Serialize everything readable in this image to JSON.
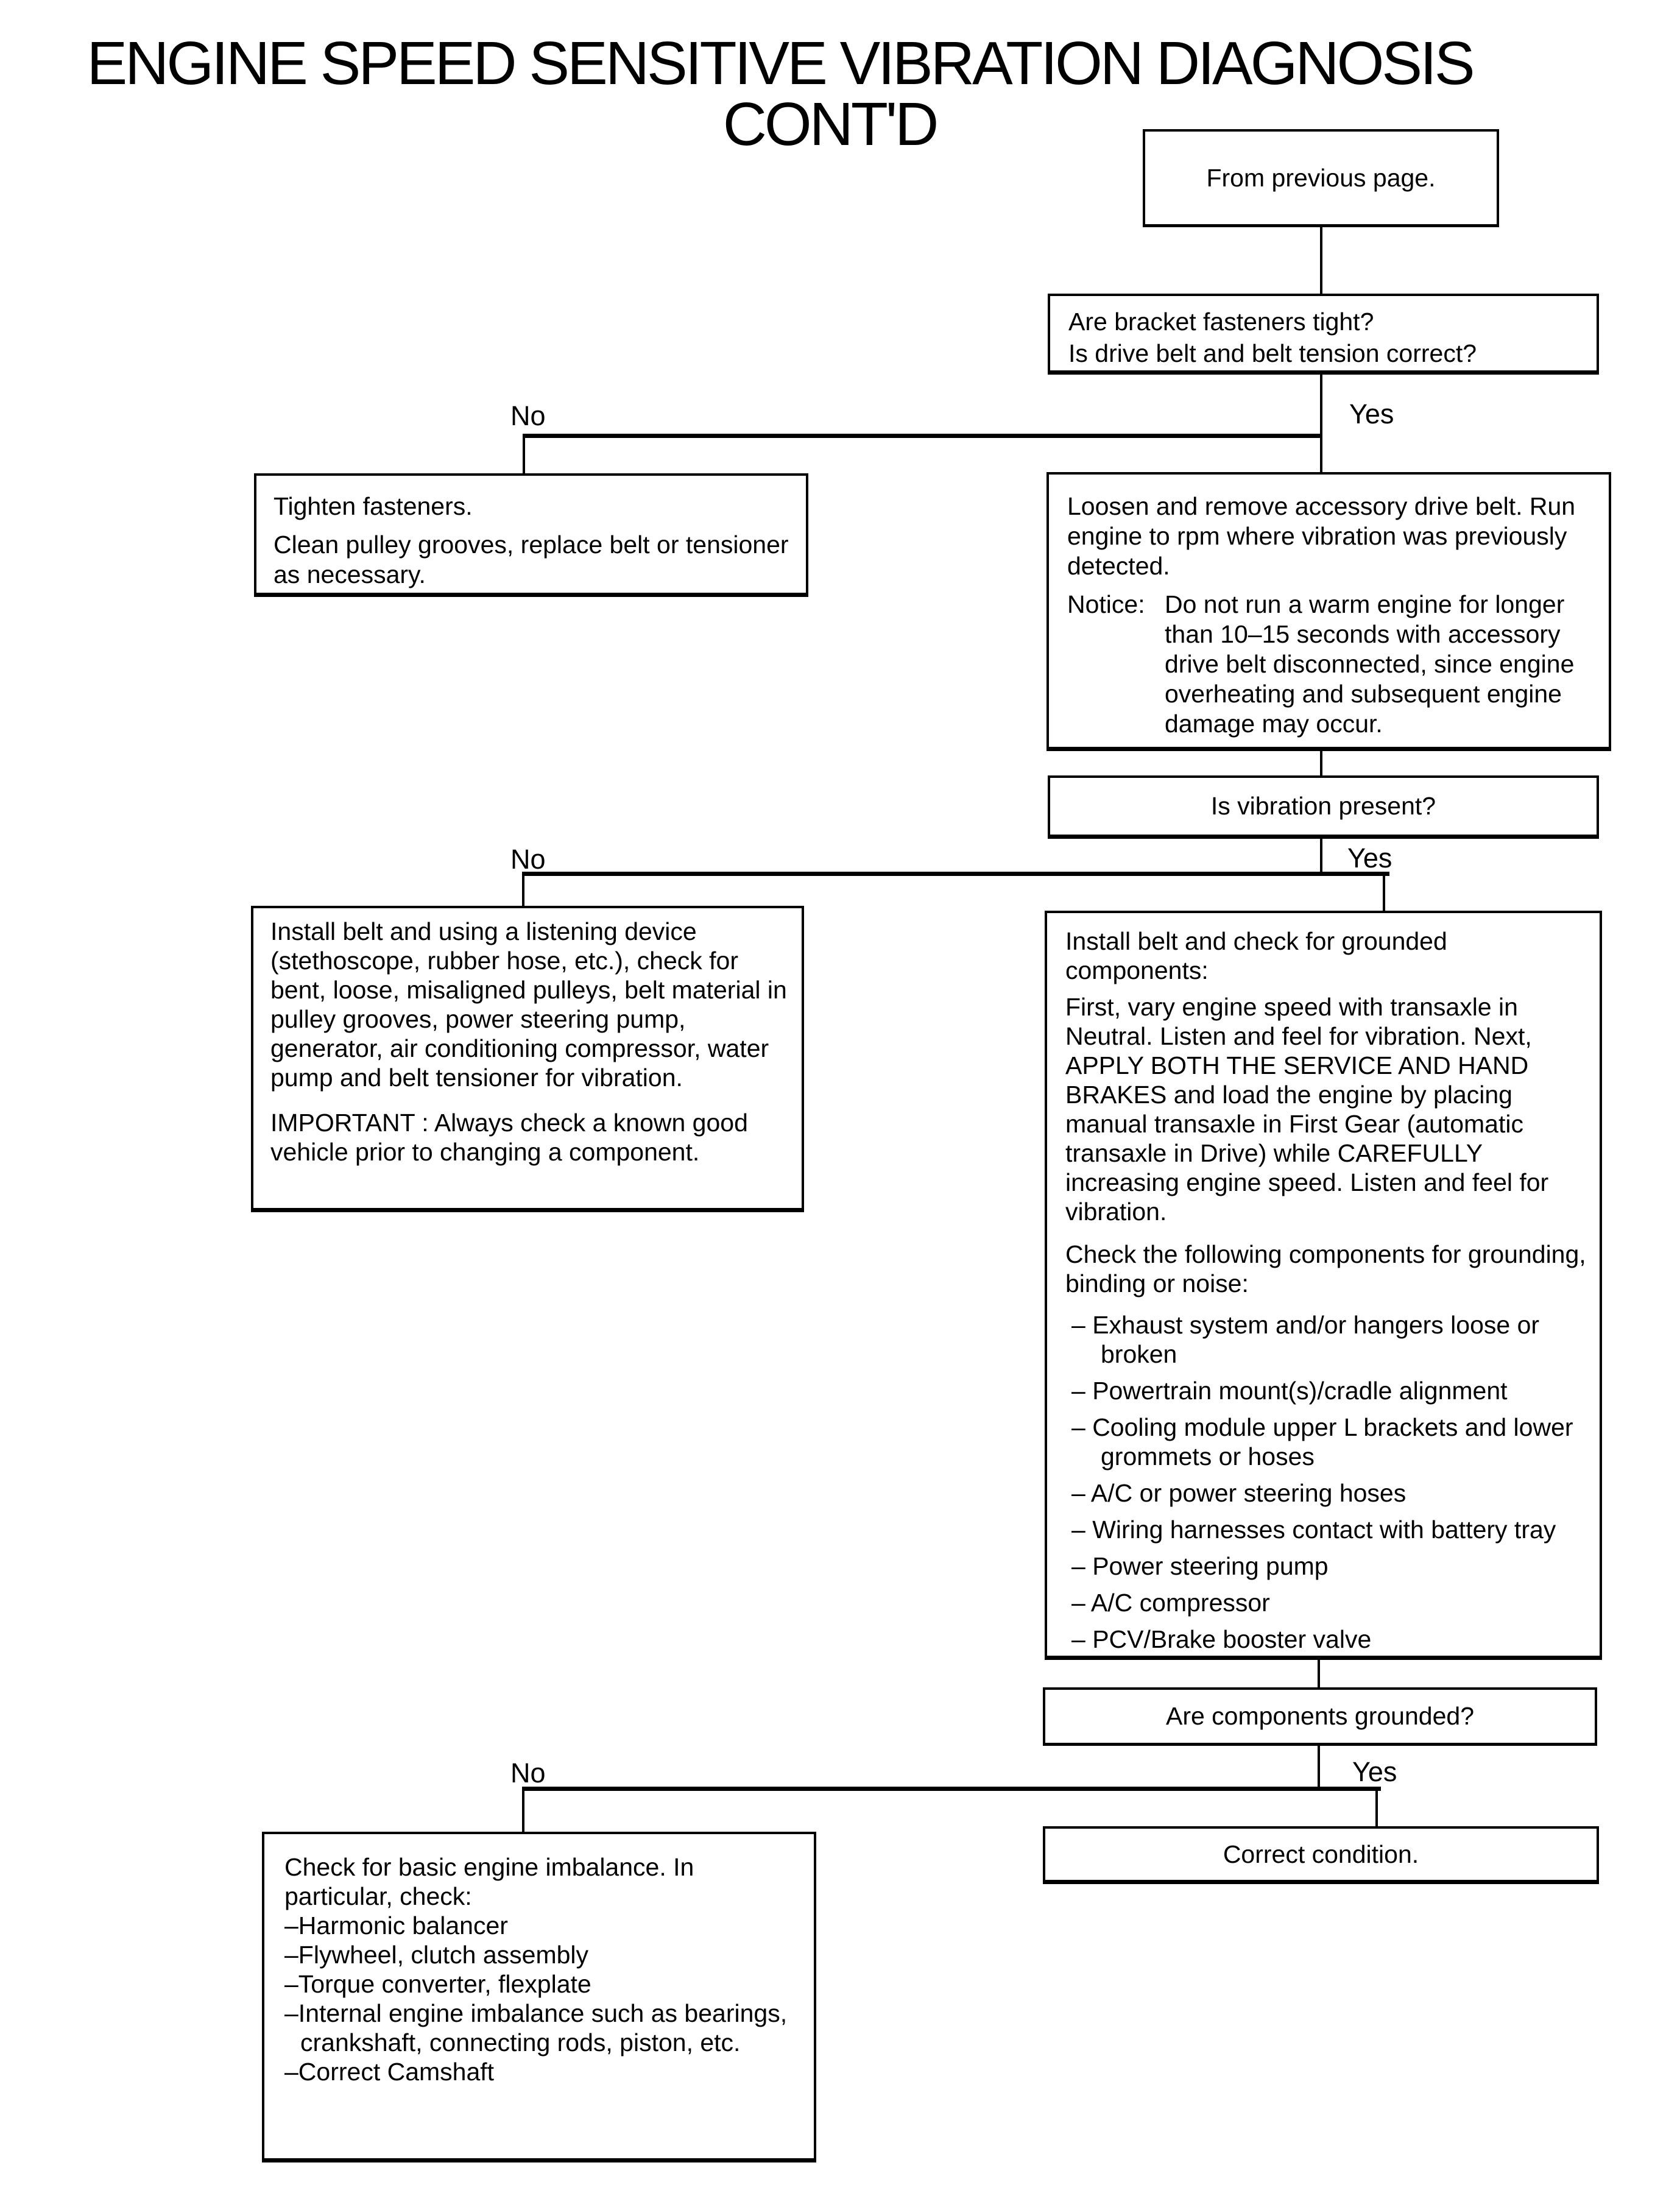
{
  "colors": {
    "ink": "#000000",
    "paper": "#ffffff"
  },
  "title": {
    "line1": "ENGINE SPEED SENSITIVE VIBRATION DIAGNOSIS",
    "line2": "CONT'D"
  },
  "labels": {
    "no": "No",
    "yes": "Yes"
  },
  "nodes": {
    "from_previous": {
      "text": "From previous page."
    },
    "q_fasteners": {
      "line1": "Are bracket fasteners tight?",
      "line2": "Is drive belt and belt tension correct?"
    },
    "tighten": {
      "para1": "Tighten fasteners.",
      "para2": "Clean pulley grooves, replace belt or tensioner as necessary."
    },
    "remove_belt": {
      "para1": "Loosen and remove accessory drive belt. Run engine to rpm where vibration was previously detected.",
      "notice_label": "Notice:",
      "notice_text": "Do not run a warm engine for longer than 10–15 seconds with accessory drive belt disconnected, since engine overheating and subsequent engine damage may occur."
    },
    "q_vibration": {
      "text": "Is vibration present?"
    },
    "listening_device": {
      "para1": "Install belt and using a listening device (stethoscope, rubber hose, etc.), check for bent, loose, misaligned pulleys, belt material in pulley grooves, power steering pump, generator, air conditioning compressor, water pump and belt tensioner for vibration.",
      "para2": "IMPORTANT : Always check a known good vehicle prior to changing a component."
    },
    "grounded_check": {
      "para1": "Install belt and check for grounded components:",
      "para2": "First, vary engine speed with transaxle in Neutral. Listen and feel for vibration. Next, APPLY BOTH THE SERVICE AND HAND BRAKES and load the engine by placing manual transaxle in First Gear (automatic transaxle in Drive) while CAREFULLY increasing engine speed. Listen and feel for vibration.",
      "para3": "Check the following components for grounding, binding or noise:",
      "bullets": [
        "– Exhaust system and/or hangers loose or broken",
        "– Powertrain mount(s)/cradle alignment",
        "– Cooling module upper L brackets and lower grommets or hoses",
        "– A/C or power steering hoses",
        "– Wiring  harnesses contact with battery tray",
        "– Power steering pump",
        "– A/C compressor",
        "– PCV/Brake booster valve"
      ]
    },
    "q_grounded": {
      "text": "Are components grounded?"
    },
    "correct_condition": {
      "text": "Correct condition."
    },
    "engine_imbalance": {
      "para1": "Check for basic engine imbalance. In particular, check:",
      "bullets": [
        "–Harmonic balancer",
        "–Flywheel, clutch assembly",
        "–Torque converter, flexplate",
        "–Internal engine imbalance such as bearings, crankshaft, connecting rods, piston, etc.",
        "–Correct Camshaft"
      ]
    }
  }
}
